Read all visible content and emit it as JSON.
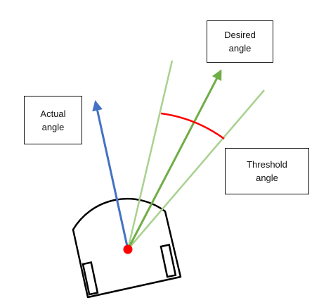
{
  "labels": {
    "desired": {
      "line1": "Desired",
      "line2": "angle"
    },
    "actual": {
      "line1": "Actual",
      "line2": "angle"
    },
    "threshold": {
      "line1": "Threshold",
      "line2": "angle"
    }
  },
  "colors": {
    "actual_arrow": "#4472c4",
    "desired_arrow": "#70ad47",
    "threshold_lines": "#a9d18e",
    "threshold_arc": "#ff0000",
    "pivot": "#ff0000",
    "robot_outline": "#000000"
  }
}
